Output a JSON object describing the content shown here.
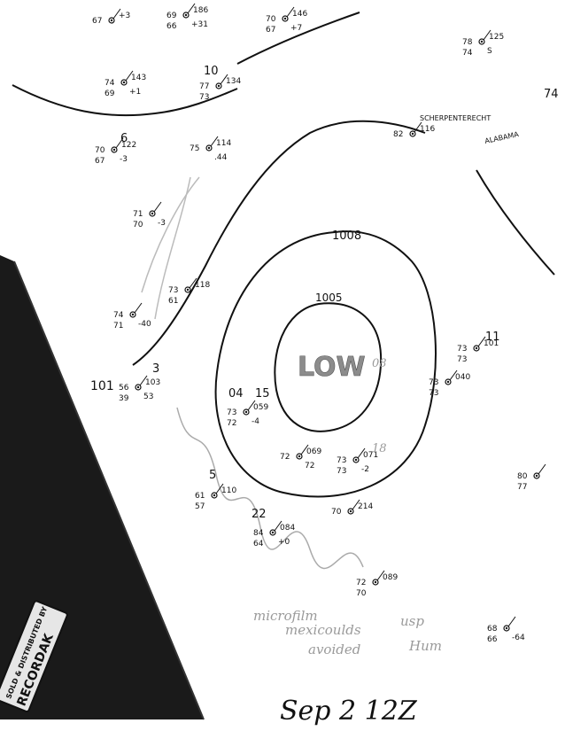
{
  "map": {
    "low_label": "LOW",
    "isobars": [
      "1008",
      "1005"
    ],
    "station_names": [
      "SCHERPENTERECHT",
      "ALABAMA"
    ],
    "pencil_notes": [
      "microfilm",
      "mexicoulds",
      "avoided",
      "usp",
      "Hum"
    ],
    "date_stamp": "Sep  2   12Z",
    "film_label": {
      "line1": "SOLD & DISTRIBUTED BY",
      "line2": "RECORDAK"
    },
    "stations": [
      {
        "v1": "67",
        "v2": "+3",
        "v3": ""
      },
      {
        "v1": "69",
        "v2": "186",
        "v3": "66",
        "v4": "+31"
      },
      {
        "v1": "70",
        "v2": "146",
        "v3": "67",
        "v4": "+7"
      },
      {
        "v1": "78",
        "v2": "125",
        "v3": "74",
        "v4": "S"
      },
      {
        "v1": "74",
        "v2": "143",
        "v3": "69",
        "v4": "+1"
      },
      {
        "v1": "77",
        "v2": "134",
        "v3": "73"
      },
      {
        "v1": "82",
        "v2": "116"
      },
      {
        "v1": "70",
        "v2": "122",
        "v3": "67",
        "v4": "-3"
      },
      {
        "v1": "75",
        "v2": "114",
        "v3": "",
        "v4": ".44"
      },
      {
        "v1": "71",
        "v2": "",
        "v3": "70",
        "v4": "-3"
      },
      {
        "v1": "73",
        "v2": "118",
        "v3": "61",
        "v4": ""
      },
      {
        "v1": "74",
        "v2": "",
        "v3": "71",
        "v4": "-40"
      },
      {
        "v1": "73",
        "v2": "101",
        "v3": "73"
      },
      {
        "v1": "56",
        "v2": "103",
        "v3": "39",
        "v4": "53"
      },
      {
        "v1": "73",
        "v2": "059",
        "v3": "72",
        "v4": "-4"
      },
      {
        "v1": "73",
        "v2": "040",
        "v3": "73"
      },
      {
        "v1": "72",
        "v2": "069",
        "v3": "",
        "v4": "72"
      },
      {
        "v1": "73",
        "v2": "071",
        "v3": "73",
        "v4": "-2"
      },
      {
        "v1": "61",
        "v2": "110",
        "v3": "57"
      },
      {
        "v1": "84",
        "v2": "084",
        "v3": "64",
        "v4": "+0"
      },
      {
        "v1": "70",
        "v2": "214"
      },
      {
        "v1": "80",
        "v2": "",
        "v3": "77"
      },
      {
        "v1": "72",
        "v2": "089",
        "v3": "70"
      },
      {
        "v1": "68",
        "v2": "",
        "v3": "66",
        "v4": "-64"
      }
    ],
    "scattered": [
      "101",
      "3",
      "04",
      "15",
      "08",
      "18",
      "22",
      "6",
      "10",
      "11",
      "5",
      "74"
    ]
  }
}
